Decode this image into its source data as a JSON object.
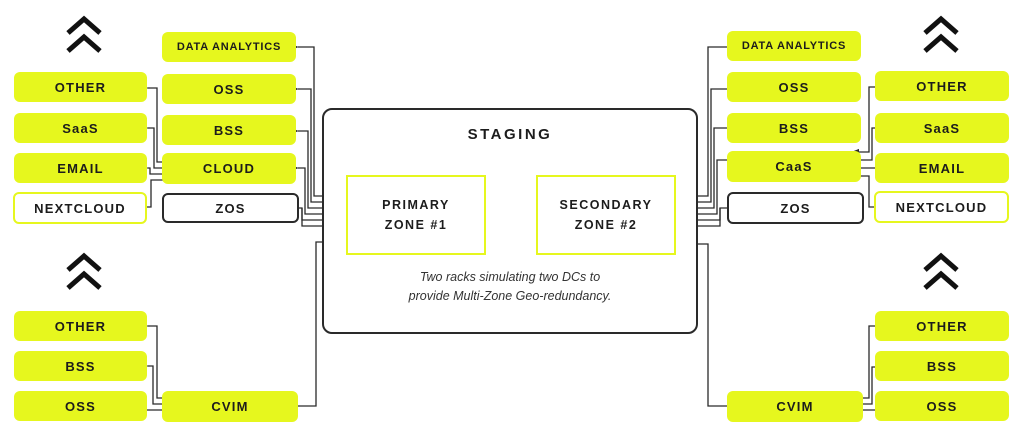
{
  "staging": {
    "title": "STAGING",
    "primary_zone": [
      "PRIMARY",
      "ZONE #1"
    ],
    "secondary_zone": [
      "SECONDARY",
      "ZONE #2"
    ],
    "caption": [
      "Two racks simulating two DCs to",
      "provide Multi-Zone Geo-redundancy."
    ]
  },
  "left": {
    "inner": [
      "DATA ANALYTICS",
      "OSS",
      "BSS",
      "CLOUD",
      "ZOS"
    ],
    "outer": [
      "OTHER",
      "SaaS",
      "EMAIL",
      "NEXTCLOUD"
    ],
    "bottom_outer": [
      "OTHER",
      "BSS",
      "OSS"
    ],
    "bottom_hub": "CVIM"
  },
  "right": {
    "inner": [
      "DATA ANALYTICS",
      "OSS",
      "BSS",
      "CaaS",
      "ZOS"
    ],
    "outer": [
      "OTHER",
      "SaaS",
      "EMAIL",
      "NEXTCLOUD"
    ],
    "bottom_outer": [
      "OTHER",
      "BSS",
      "OSS"
    ],
    "bottom_hub": "CVIM"
  },
  "colors": {
    "accent": "#e6f71e",
    "line": "#2a2a2a",
    "text": "#1c1c1c"
  },
  "icons": [
    "double-chevron-up-icon"
  ]
}
